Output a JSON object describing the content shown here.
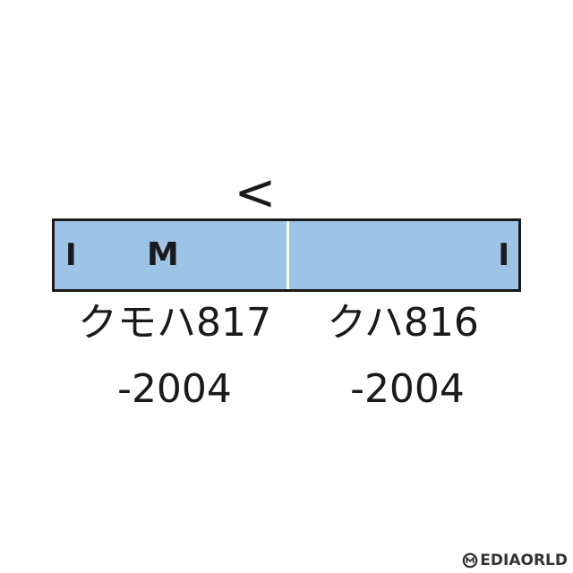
{
  "diagram": {
    "direction_mark": "<",
    "train_colors": {
      "car_fill": "#9dc3e6",
      "outline": "#1a1a1a",
      "separator": "#ffffff"
    },
    "cars": [
      {
        "markers": [
          "I",
          "M"
        ],
        "name": "クモハ817",
        "number": "-2004",
        "fill": "#9dc3e6"
      },
      {
        "markers": [
          "I"
        ],
        "name": "クハ816",
        "number": "-2004",
        "fill": "#9dc3e6"
      }
    ]
  },
  "watermark": {
    "text": "EDIAORLD",
    "icon": "mediaworld-logo-icon"
  }
}
